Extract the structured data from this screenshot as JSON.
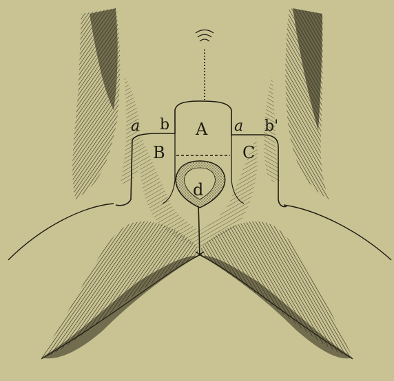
{
  "colors": {
    "paper": "#c9c393",
    "ink": "#1e1b12"
  },
  "labels": {
    "A": "A",
    "B": "B",
    "C": "C",
    "d": "d",
    "a_left": "a",
    "b_left": "b",
    "a_right": "a",
    "b_right": "b'"
  }
}
